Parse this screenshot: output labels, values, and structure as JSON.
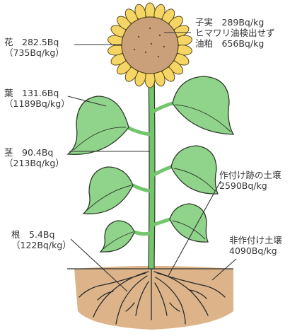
{
  "colors": {
    "petal": "#f5d563",
    "petal_stroke": "#5a4a20",
    "flower_center": "#c9a07a",
    "leaf": "#8fd48a",
    "leaf_stroke": "#2e3a2b",
    "stem": "#75c56f",
    "soil": "#ddb489",
    "line": "#333333"
  },
  "labels": {
    "flower": {
      "name_value": "花　282.5Bq",
      "note": "（735Bq/kg）"
    },
    "seeds": {
      "line1": "子実　289Bq/kg",
      "line2": "ヒマワリ油検出せず",
      "line3": "油粕　656Bq/kg"
    },
    "leaf": {
      "name_value": "葉　131.6Bq",
      "note": "（1189Bq/kg）"
    },
    "stem": {
      "name_value": "茎　90.4Bq",
      "note": "（213Bq/kg）"
    },
    "root": {
      "name_value": "根　5.4Bq",
      "note": "（122Bq/kg）"
    },
    "cultivated_soil": {
      "line1": "作付け跡の土壌",
      "line2": "2590Bq/kg"
    },
    "uncultivated_soil": {
      "line1": "非作付け土壌",
      "line2": "4090Bq/kg"
    }
  }
}
